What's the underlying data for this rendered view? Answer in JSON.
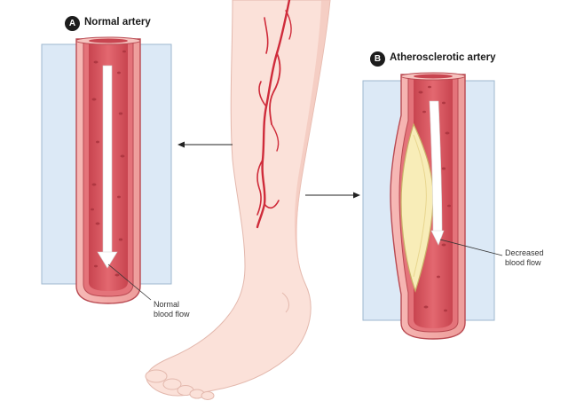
{
  "panel_a": {
    "badge": "A",
    "title": "Normal artery",
    "flow_line1": "Normal",
    "flow_line2": "blood flow"
  },
  "panel_b": {
    "badge": "B",
    "title": "Atherosclerotic artery",
    "flow_line1": "Decreased",
    "flow_line2": "blood flow"
  },
  "colors": {
    "tissue": "#dce9f6",
    "vessel_wall": "#e06c72",
    "vessel_outer": "#f4a9a8",
    "lumen": "#d9545e",
    "plaque": "#f8edb8",
    "skin": "#fbe0d8",
    "vein": "#d22a3a"
  },
  "icons": [
    "right-arrow-icon",
    "left-arrow-icon",
    "flow-arrow-icon"
  ]
}
